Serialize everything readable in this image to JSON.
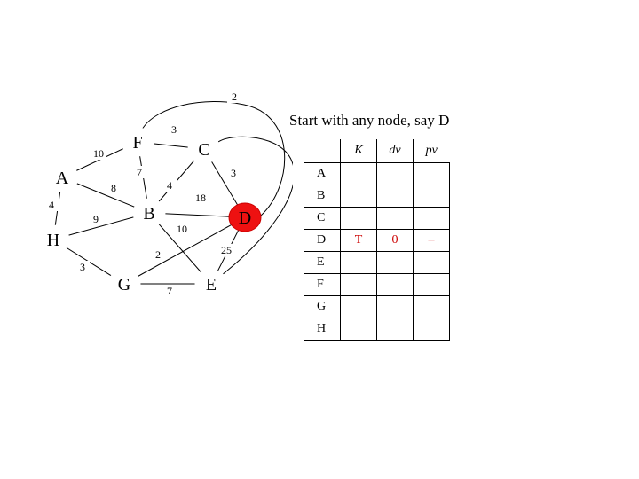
{
  "caption": "Start with any node, say D",
  "graph": {
    "nodes": [
      {
        "id": "F",
        "label": "F",
        "fill": "#ffffff"
      },
      {
        "id": "C",
        "label": "C",
        "fill": "#ffffff"
      },
      {
        "id": "A",
        "label": "A",
        "fill": "#ffffff"
      },
      {
        "id": "B",
        "label": "B",
        "fill": "#ffffff"
      },
      {
        "id": "D",
        "label": "D",
        "fill": "#ee1111"
      },
      {
        "id": "H",
        "label": "H",
        "fill": "#ffffff"
      },
      {
        "id": "G",
        "label": "G",
        "fill": "#ffffff"
      },
      {
        "id": "E",
        "label": "E",
        "fill": "#ffffff"
      }
    ],
    "edges": [
      {
        "from": "F",
        "to": "D",
        "weight": "2"
      },
      {
        "from": "F",
        "to": "C",
        "weight": "3"
      },
      {
        "from": "A",
        "to": "F",
        "weight": "10"
      },
      {
        "from": "F",
        "to": "B",
        "weight": "7"
      },
      {
        "from": "C",
        "to": "B",
        "weight": "4"
      },
      {
        "from": "C",
        "to": "D",
        "weight": "3"
      },
      {
        "from": "A",
        "to": "B",
        "weight": "8"
      },
      {
        "from": "A",
        "to": "H",
        "weight": "4"
      },
      {
        "from": "B",
        "to": "D",
        "weight": "18"
      },
      {
        "from": "H",
        "to": "B",
        "weight": "9"
      },
      {
        "from": "B",
        "to": "E",
        "weight": "10"
      },
      {
        "from": "H",
        "to": "G",
        "weight": "3"
      },
      {
        "from": "G",
        "to": "D",
        "weight": "2"
      },
      {
        "from": "D",
        "to": "E",
        "weight": "25"
      },
      {
        "from": "G",
        "to": "E",
        "weight": "7"
      },
      {
        "from": "E",
        "to": "C",
        "weight": ""
      }
    ]
  },
  "table": {
    "headers": [
      "K",
      "dv",
      "pv"
    ],
    "rows": [
      {
        "vertex": "A",
        "K": "",
        "dv": "",
        "pv": ""
      },
      {
        "vertex": "B",
        "K": "",
        "dv": "",
        "pv": ""
      },
      {
        "vertex": "C",
        "K": "",
        "dv": "",
        "pv": ""
      },
      {
        "vertex": "D",
        "K": "T",
        "dv": "0",
        "pv": "–"
      },
      {
        "vertex": "E",
        "K": "",
        "dv": "",
        "pv": ""
      },
      {
        "vertex": "F",
        "K": "",
        "dv": "",
        "pv": ""
      },
      {
        "vertex": "G",
        "K": "",
        "dv": "",
        "pv": ""
      },
      {
        "vertex": "H",
        "K": "",
        "dv": "",
        "pv": ""
      }
    ],
    "highlight_color": "#cc0000"
  }
}
